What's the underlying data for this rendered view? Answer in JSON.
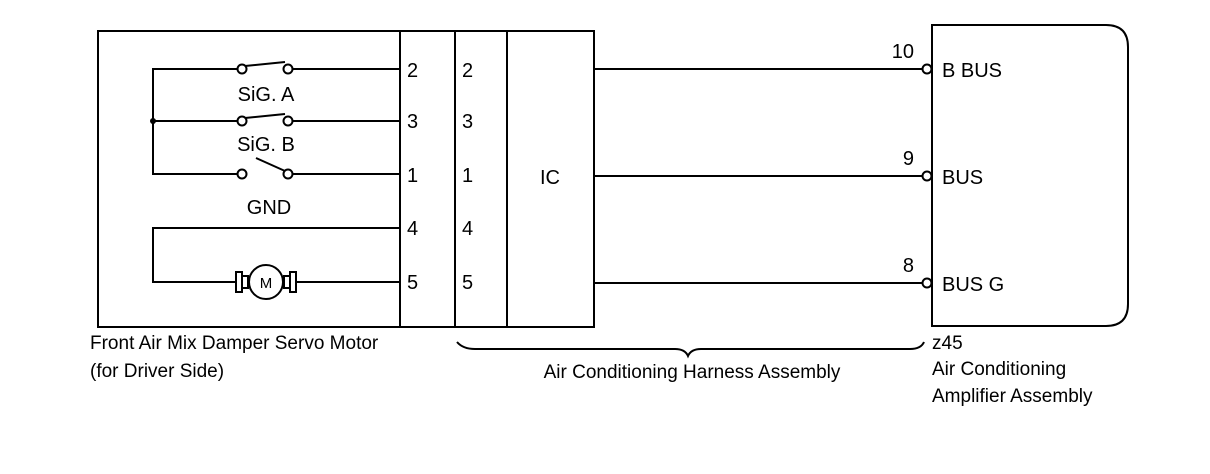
{
  "servo": {
    "pins_left": [
      "2",
      "3",
      "1",
      "4",
      "5"
    ],
    "switch_a_label": "SiG. A",
    "switch_b_label": "SiG. B",
    "gnd_label": "GND",
    "motor_label": "M",
    "caption_line1": "Front Air Mix Damper Servo Motor",
    "caption_line2": "(for Driver Side)"
  },
  "harness": {
    "pins": [
      "2",
      "3",
      "1",
      "4",
      "5"
    ],
    "ic_label": "IC",
    "caption": "Air Conditioning Harness Assembly"
  },
  "amplifier": {
    "pin_numbers": [
      "10",
      "9",
      "8"
    ],
    "pin_names": [
      "B BUS",
      "BUS",
      "BUS G"
    ],
    "connector": "z45",
    "caption_line1": "Air Conditioning",
    "caption_line2": "Amplifier Assembly"
  }
}
